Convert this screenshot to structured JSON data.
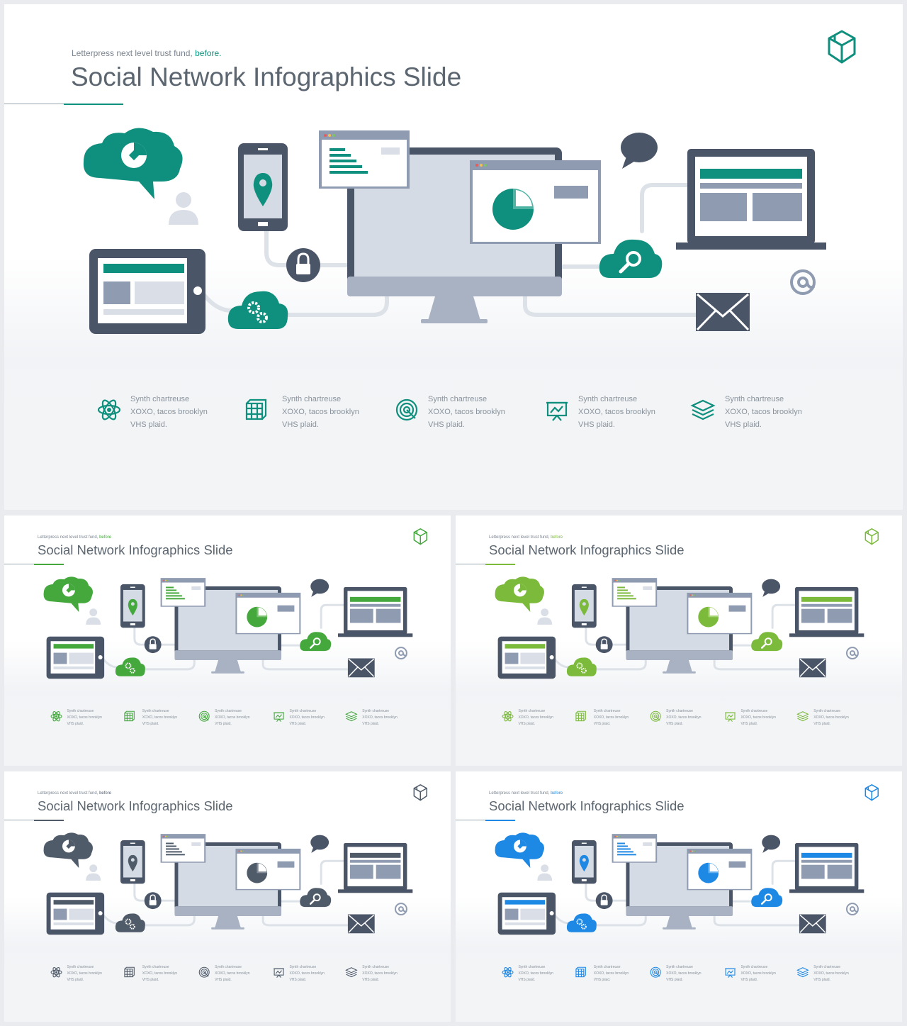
{
  "slide": {
    "tagline_prefix": "Letterpress next level trust fund,",
    "tagline_accent": "before.",
    "title": "Social Network Infographics Slide",
    "features": [
      {
        "icon": "atom-icon",
        "line1": "Synth chartreuse",
        "line2": "XOXO, tacos brooklyn",
        "line3": "VHS plaid."
      },
      {
        "icon": "grid-cube-icon",
        "line1": "Synth chartreuse",
        "line2": "XOXO, tacos brooklyn",
        "line3": "VHS plaid."
      },
      {
        "icon": "target-icon",
        "line1": "Synth chartreuse",
        "line2": "XOXO, tacos brooklyn",
        "line3": "VHS plaid."
      },
      {
        "icon": "presentation-board-icon",
        "line1": "Synth chartreuse",
        "line2": "XOXO, tacos brooklyn",
        "line3": "VHS plaid."
      },
      {
        "icon": "layers-icon",
        "line1": "Synth chartreuse",
        "line2": "XOXO, tacos brooklyn",
        "line3": "VHS plaid."
      }
    ],
    "thumb_tagline_prefix": "Letterpress next level trust fund,",
    "thumb_tagline_accent": "before"
  },
  "themes": [
    {
      "name": "teal",
      "accent": "#0f8f7d",
      "accent_light": "#4fb3a4"
    },
    {
      "name": "green",
      "accent": "#44a83d",
      "accent_light": "#7cc36f"
    },
    {
      "name": "lime",
      "accent": "#7cba3c",
      "accent_light": "#a6d46f"
    },
    {
      "name": "slate",
      "accent": "#505b6a",
      "accent_light": "#838c98"
    },
    {
      "name": "blue",
      "accent": "#1e88e5",
      "accent_light": "#5fb0f0"
    }
  ],
  "colors": {
    "dark": "#4a5568",
    "screen": "#d5dbe5",
    "stand": "#a9b2c2",
    "block": "#8f9bb0",
    "light_block": "#d9dee7",
    "line": "#dde1e8",
    "brand_logo": "cube-logo-icon"
  }
}
